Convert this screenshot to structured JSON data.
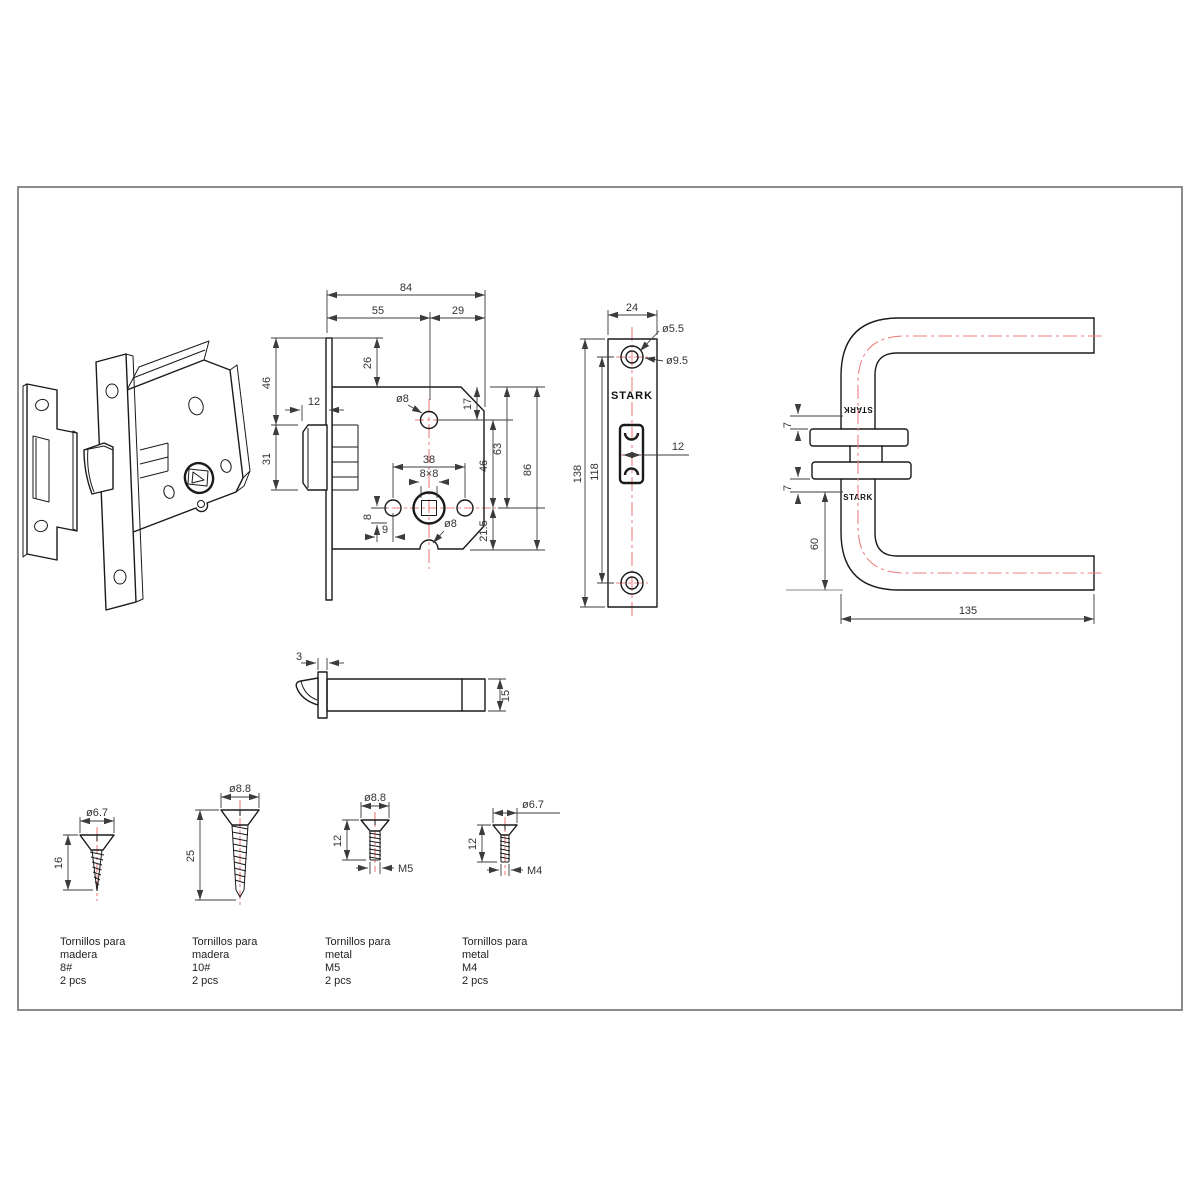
{
  "drawing": {
    "border_color": "#7f7f7f",
    "line_color": "#1a1a1a",
    "centerline_color": "#ef8080",
    "brand": "STARK"
  },
  "lock_body": {
    "width_total": "84",
    "backset": "55",
    "width_right": "29",
    "height_top": "46",
    "face_top": "26",
    "latch_width": "12",
    "height_lower": "31",
    "hole_top": "ø8",
    "hole_spacing": "38",
    "spindle_square": "8×8",
    "offset_v": "8",
    "offset_h": "9",
    "hole_bottom": "ø8",
    "right_17": "17",
    "right_46": "46",
    "right_63": "63",
    "right_21_5": "21.5",
    "right_86": "86"
  },
  "strike_plate": {
    "brand": "STARK",
    "width": "24",
    "hole_small": "ø5.5",
    "hole_large": "ø9.5",
    "height": "138",
    "hole_spacing": "118",
    "slot_width": "12"
  },
  "spindle": {
    "flange_thickness": "3",
    "diameter": "15"
  },
  "handle": {
    "brand": "STARK",
    "gap_top": "7",
    "gap_bottom": "7",
    "height": "60",
    "length": "135"
  },
  "screws": [
    {
      "head_dia": "ø6.7",
      "length": "16",
      "lines": [
        "Tornillos para",
        "madera",
        "8#",
        "2 pcs"
      ]
    },
    {
      "head_dia": "ø8.8",
      "length": "25",
      "lines": [
        "Tornillos para",
        "madera",
        "10#",
        "2 pcs"
      ]
    },
    {
      "head_dia": "ø8.8",
      "length": "12",
      "thread": "M5",
      "lines": [
        "Tornillos para",
        "metal",
        "M5",
        "2 pcs"
      ]
    },
    {
      "head_dia": "ø6.7",
      "length": "12",
      "thread": "M4",
      "lines": [
        "Tornillos para",
        "metal",
        "M4",
        "2 pcs"
      ]
    }
  ]
}
